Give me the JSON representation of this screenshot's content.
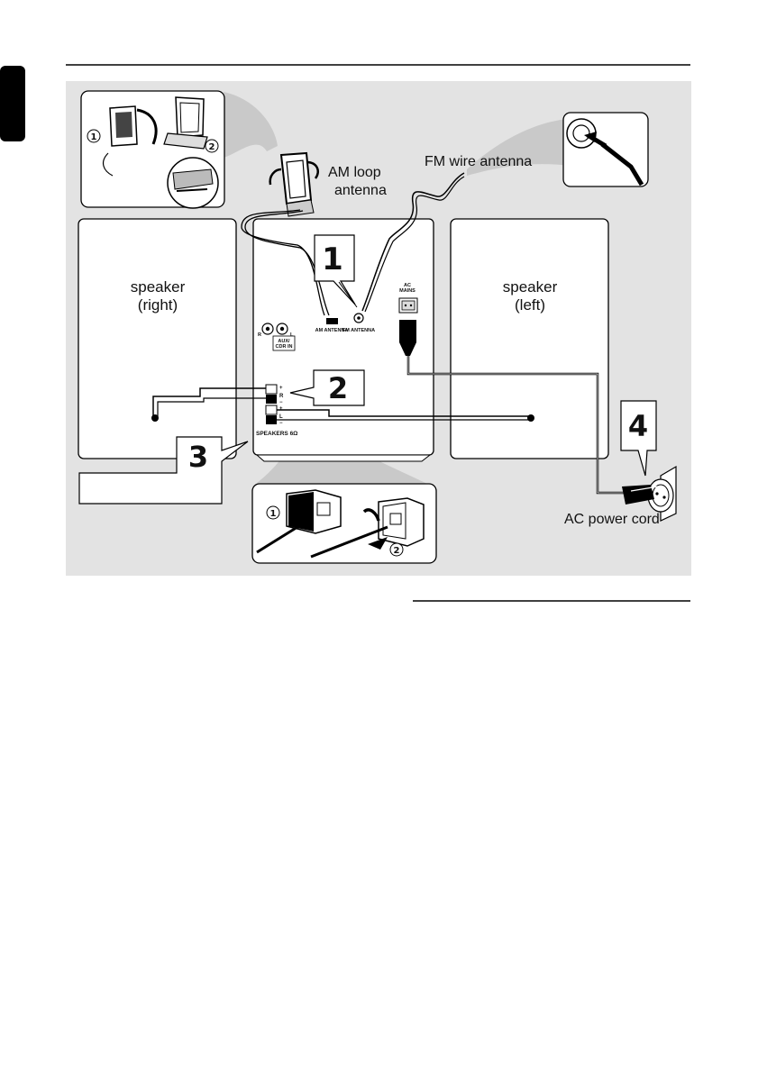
{
  "am_loop_antenna": [
    "AM loop",
    "antenna"
  ],
  "fm_wire_antenna": "FM wire antenna",
  "speaker_right": [
    "speaker",
    "(right)"
  ],
  "speaker_left": [
    "speaker",
    "(left)"
  ],
  "ac_power_cord": "AC power cord",
  "steps": {
    "s1": "1",
    "s2": "2",
    "s3": "3",
    "s4": "4"
  },
  "circled": {
    "c1": "1",
    "c2": "2"
  },
  "panel": {
    "am_antenna": "AM ANTENNA",
    "fm_antenna": "FM ANTENNA",
    "ac_mains": [
      "AC",
      "MAINS"
    ],
    "aux_in": [
      "AUX/",
      "CDR IN"
    ],
    "speakers": "SPEAKERS 6Ω",
    "ch_r": "R",
    "ch_l": "L",
    "in_r": "R",
    "in_l": "L",
    "plus": "+",
    "minus": "−"
  }
}
